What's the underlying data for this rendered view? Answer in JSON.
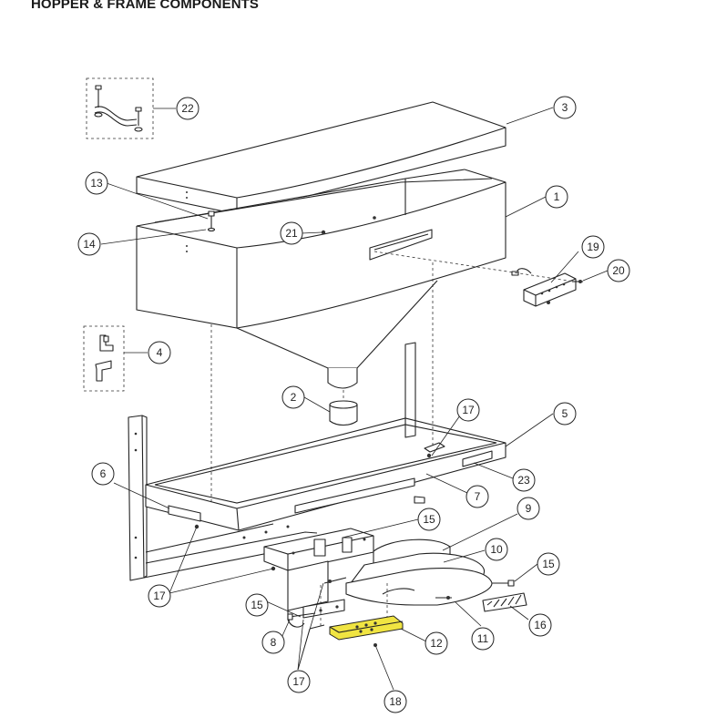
{
  "title": "HOPPER & FRAME COMPONENTS",
  "highlight_color": "#f0e442",
  "callouts": [
    {
      "id": "c1",
      "label": "1"
    },
    {
      "id": "c2",
      "label": "2"
    },
    {
      "id": "c3",
      "label": "3"
    },
    {
      "id": "c4",
      "label": "4"
    },
    {
      "id": "c5",
      "label": "5"
    },
    {
      "id": "c6",
      "label": "6"
    },
    {
      "id": "c7",
      "label": "7"
    },
    {
      "id": "c8",
      "label": "8"
    },
    {
      "id": "c9",
      "label": "9"
    },
    {
      "id": "c10",
      "label": "10"
    },
    {
      "id": "c11",
      "label": "11"
    },
    {
      "id": "c12",
      "label": "12"
    },
    {
      "id": "c13",
      "label": "13"
    },
    {
      "id": "c14",
      "label": "14"
    },
    {
      "id": "c15a",
      "label": "15"
    },
    {
      "id": "c15b",
      "label": "15"
    },
    {
      "id": "c15c",
      "label": "15"
    },
    {
      "id": "c16",
      "label": "16"
    },
    {
      "id": "c17a",
      "label": "17"
    },
    {
      "id": "c17b",
      "label": "17"
    },
    {
      "id": "c17c",
      "label": "17"
    },
    {
      "id": "c18",
      "label": "18"
    },
    {
      "id": "c19",
      "label": "19"
    },
    {
      "id": "c20",
      "label": "20"
    },
    {
      "id": "c21",
      "label": "21"
    },
    {
      "id": "c22",
      "label": "22"
    },
    {
      "id": "c23",
      "label": "23"
    }
  ]
}
